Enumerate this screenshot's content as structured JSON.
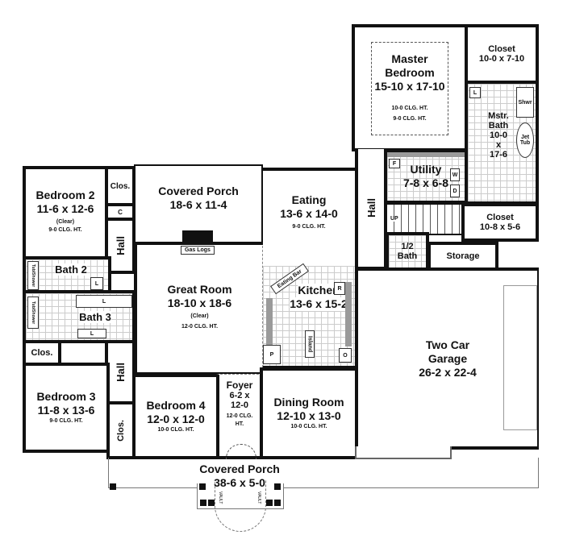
{
  "rooms": {
    "master_bedroom": {
      "name": "Master",
      "name2": "Bedroom",
      "dims": "15-10 x 17-10",
      "clg1": "10-0 CLG. HT.",
      "clg2": "9-0 CLG. HT."
    },
    "closet_master": {
      "name": "Closet",
      "dims": "10-0 x 7-10"
    },
    "master_bath": {
      "name": "Mstr.",
      "name2": "Bath",
      "dims1": "10-0",
      "dims2": "x",
      "dims3": "17-6",
      "shower": "Shwr",
      "tub1": "Jet",
      "tub2": "Tub",
      "lav": "L"
    },
    "utility": {
      "name": "Utility",
      "dims": "7-8 x 6-8",
      "freezer": "F",
      "washer": "W",
      "dryer": "D"
    },
    "closet_2": {
      "name": "Closet",
      "dims": "10-8 x 5-6"
    },
    "hall_right": {
      "name": "Hall"
    },
    "stairs": {
      "label": "UP"
    },
    "half_bath": {
      "name": "1/2",
      "name2": "Bath"
    },
    "storage": {
      "name": "Storage"
    },
    "garage": {
      "name": "Two Car",
      "name2": "Garage",
      "dims": "26-2 x 22-4"
    },
    "eating": {
      "name": "Eating",
      "dims": "13-6 x 14-0",
      "clg": "9-0 CLG. HT."
    },
    "kitchen": {
      "name": "Kitchen",
      "dims": "13-6 x 15-2",
      "eating_bar": "Eating Bar",
      "island": "Island",
      "refrigerator": "R",
      "oven": "O",
      "pantry": "P"
    },
    "covered_porch_rear": {
      "name": "Covered Porch",
      "dims": "18-6 x 11-4",
      "gas_logs": "Gas Logs"
    },
    "great_room": {
      "name": "Great Room",
      "dims": "18-10 x 18-6",
      "note": "(Clear)",
      "clg": "12-0 CLG. HT."
    },
    "bedroom2": {
      "name": "Bedroom 2",
      "dims": "11-6 x 12-6",
      "note": "(Clear)",
      "clg": "9-0 CLG. HT.",
      "closet": "Clos.",
      "c": "C"
    },
    "hall_upper": {
      "name": "Hall"
    },
    "bath2": {
      "name": "Bath 2",
      "tub": "Tub/Shower",
      "lav": "L"
    },
    "bath3": {
      "name": "Bath 3",
      "tub": "Tub/Shower",
      "lav": "L",
      "lav2": "L"
    },
    "closet_left": {
      "name": "Clos."
    },
    "hall_lower": {
      "name": "Hall"
    },
    "bedroom3": {
      "name": "Bedroom 3",
      "dims": "11-8 x 13-6",
      "clg": "9-0 CLG. HT."
    },
    "closet_bed4": {
      "name": "Clos."
    },
    "bedroom4": {
      "name": "Bedroom 4",
      "dims": "12-0 x 12-0",
      "clg": "10-0 CLG. HT."
    },
    "foyer": {
      "name": "Foyer",
      "dims1": "6-2 x",
      "dims2": "12-0",
      "clg1": "12-0 CLG.",
      "clg2": "HT."
    },
    "dining": {
      "name": "Dining Room",
      "dims": "12-10 x 13-0",
      "clg": "10-0 CLG. HT."
    },
    "covered_porch_front": {
      "name": "Covered Porch",
      "dims": "38-6 x 5-0",
      "vault": "VAULT"
    }
  }
}
